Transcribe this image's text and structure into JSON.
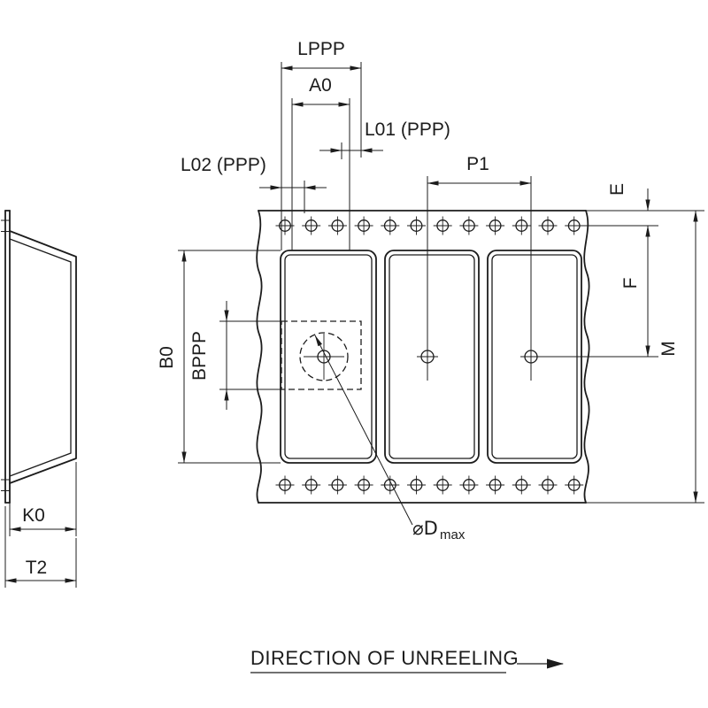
{
  "drawing": {
    "dimension_labels": {
      "lppp": "LPPP",
      "a0": "A0",
      "l01": "L01 (PPP)",
      "l02": "L02 (PPP)",
      "p1": "P1",
      "e": "E",
      "f": "F",
      "m": "M",
      "b0": "B0",
      "bppp": "BPPP",
      "k0": "K0",
      "t2": "T2",
      "dmax_main": "⌀D",
      "dmax_sub": "max"
    },
    "footer": {
      "direction_label": "DIRECTION OF UNREELING"
    },
    "colors": {
      "line": "#1c1c1c",
      "background": "#ffffff"
    },
    "sprockets": {
      "count_per_row": 12,
      "rows": 2
    }
  }
}
